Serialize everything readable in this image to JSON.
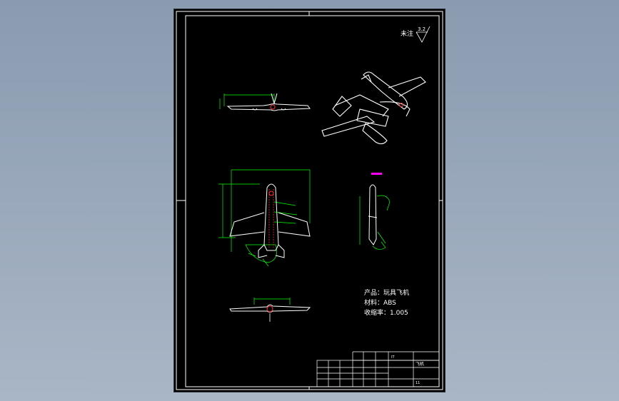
{
  "corner_note": {
    "label": "未注",
    "symbol_value": "3.2"
  },
  "notes": {
    "product": "产品：玩具飞机",
    "material": "材料：ABS",
    "shrinkage": "收缩率：1.005"
  },
  "title_block": {
    "label_a": "IT",
    "label_b": "飞机",
    "label_c": "11"
  },
  "colors": {
    "outline": "#ffffff",
    "dimension": "#00ff00",
    "annotation": "#ff00ff",
    "section": "#ff3333",
    "background": "#000000"
  }
}
